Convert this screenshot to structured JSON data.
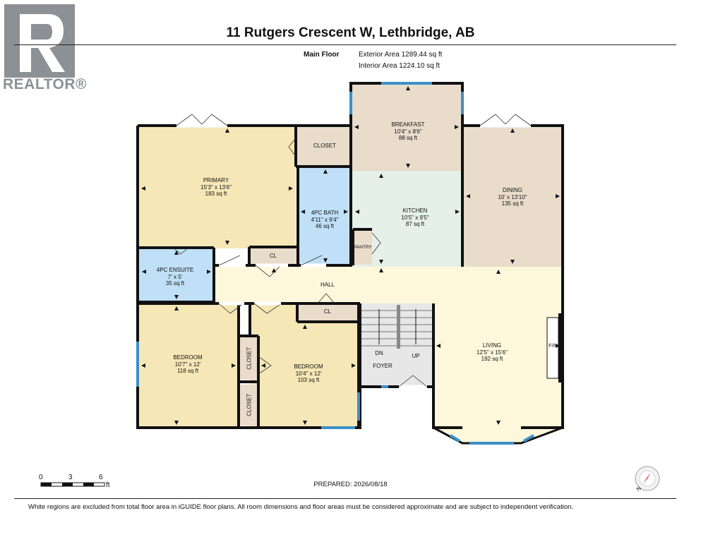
{
  "title": "11 Rutgers Crescent W, Lethbridge, AB",
  "floor": {
    "name": "Main Floor",
    "exterior_area": "Exterior Area 1289.44 sq ft",
    "interior_area": "Interior Area 1224.10 sq ft"
  },
  "brand": {
    "text": "REALTOR®"
  },
  "rooms": {
    "breakfast": {
      "name": "BREAKFAST",
      "dims": "10'4\" x 8'6\"",
      "area": "88 sq ft"
    },
    "kitchen": {
      "name": "KITCHEN",
      "dims": "10'5\" x 9'5\"",
      "area": "87 sq ft"
    },
    "dining": {
      "name": "DINING",
      "dims": "10' x 13'10\"",
      "area": "135 sq ft"
    },
    "primary": {
      "name": "PRIMARY",
      "dims": "15'3\" x 13'6\"",
      "area": "183 sq ft"
    },
    "bath": {
      "name": "4PC BATH",
      "dims": "4'11\" x 9'4\"",
      "area": "46 sq ft"
    },
    "ensuite": {
      "name": "4PC ENSUITE",
      "dims": "7' x 5'",
      "area": "35 sq ft"
    },
    "bedroom1": {
      "name": "BEDROOM",
      "dims": "10'7\" x 12'",
      "area": "118 sq ft"
    },
    "bedroom2": {
      "name": "BEDROOM",
      "dims": "10'4\" x 12'",
      "area": "103 sq ft"
    },
    "living": {
      "name": "LIVING",
      "dims": "12'5\" x 15'6\"",
      "area": "192 sq ft"
    }
  },
  "labels": {
    "closet_primary": "CLOSET",
    "cl_hall": "CL",
    "cl_foyer": "CL",
    "pantry": "PANTRY",
    "hall": "HALL",
    "closet_v1": "CLOSET",
    "closet_v2": "CLOSET",
    "dn": "DN",
    "up": "UP",
    "foyer": "FOYER",
    "fp": "F/P"
  },
  "scale": {
    "t0": "0",
    "t1": "3",
    "t2": "6",
    "unit": "ft"
  },
  "prepared": "PREPARED: 2026/08/18",
  "compass": {
    "label": "N"
  },
  "disclaimer": "White regions are excluded from total floor area in iGUIDE floor plans. All room dimensions and floor areas must be considered approximate and are subject to independent verification.",
  "colors": {
    "primary_room": "#f6e7b6",
    "bath": "#bfe0f7",
    "breakfast": "#e9dccb",
    "kitchen": "#e4f0e8",
    "dining": "#e9dccb",
    "hall": "#fdf7dc",
    "living": "#fdf7dc",
    "bedroom": "#f6e7b6",
    "foyer": "#e7e7e7",
    "closet": "#e9dccb",
    "window": "#3d8fc7",
    "wall": "#111111"
  }
}
